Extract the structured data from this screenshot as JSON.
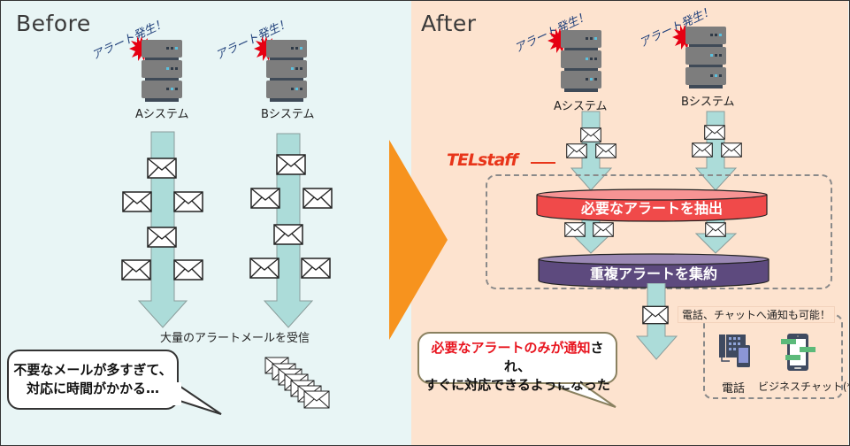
{
  "before": {
    "title": "Before",
    "systems": [
      {
        "name": "Aシステム",
        "alert": "アラート発生！"
      },
      {
        "name": "Bシステム",
        "alert": "アラート発生！"
      }
    ],
    "caption": "大量のアラートメールを受信",
    "bubble": {
      "line1": "不要なメールが多すぎて、",
      "line2": "対応に時間がかかる…"
    }
  },
  "after": {
    "title": "After",
    "systems": [
      {
        "name": "Aシステム",
        "alert": "アラート発生！"
      },
      {
        "name": "Bシステム",
        "alert": "アラート発生！"
      }
    ],
    "logo": "TELstaff",
    "stage1": "必要なアラートを抽出",
    "stage2": "重複アラートを集約",
    "notify": {
      "label": "電話、チャットへ通知も可能！",
      "phone": "電話",
      "chat": "ビジネスチャット(*)"
    },
    "bubble": {
      "highlight1": "必要なアラートのみが通知",
      "rest1": "され、",
      "line2": "すぐに対応できるようになった"
    }
  },
  "colors": {
    "before_bg": "#e8f5f5",
    "after_bg": "#fde3cf",
    "arrow_fill": "#acdcd9",
    "transition_arrow": "#f7931e",
    "stage1": "#f04a4a",
    "stage2": "#5d4a7e",
    "alert_burst": "#e60012",
    "highlight_text": "#e8141e"
  }
}
